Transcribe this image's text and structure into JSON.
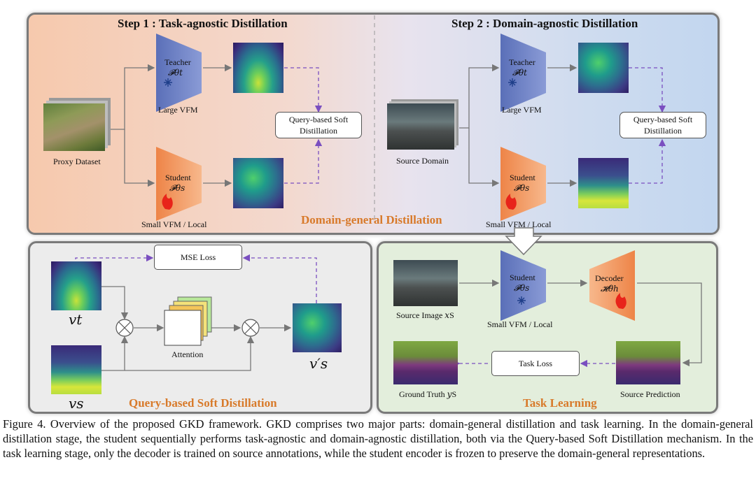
{
  "top_panel": {
    "step1_title": "Step 1 : Task-agnostic Distillation",
    "step2_title": "Step 2 : Domain-agnostic Distillation",
    "teacher_label": "Teacher",
    "teacher_sym": "𝓕θt",
    "student_label": "Student",
    "student_sym": "𝓕θs",
    "large_vfm": "Large VFM",
    "small_vfm": "Small VFM / Local",
    "proxy_dataset": "Proxy Dataset",
    "source_domain": "Source Domain",
    "query_soft_1": "Query-based Soft",
    "query_soft_2": "Distillation",
    "domain_general": "Domain-general Distillation"
  },
  "bottom_left": {
    "mse_loss": "MSE Loss",
    "attention": "Attention",
    "v_t": "𝑣t",
    "v_s": "𝑣s",
    "v_s_prime": "𝑣′s",
    "title": "Query-based Soft Distillation"
  },
  "bottom_right": {
    "student_label": "Student",
    "student_sym": "𝓕θs",
    "decoder_label": "Decoder",
    "decoder_sym": "𝓗θh",
    "source_image": "Source Image 𝑥S",
    "small_vfm": "Small VFM / Local",
    "task_loss": "Task Loss",
    "ground_truth": "Ground Truth 𝑦S",
    "source_prediction": "Source Prediction",
    "title": "Task Learning"
  },
  "caption": "Figure 4. Overview of the proposed GKD framework. GKD comprises two major parts: domain-general distillation and task learning. In the domain-general distillation stage, the student sequentially performs task-agnostic and domain-agnostic distillation, both via the Query-based Soft Distillation mechanism. In the task learning stage, only the decoder is trained on source annotations, while the student encoder is frozen to preserve the domain-general representations.",
  "colors": {
    "teacher_fill": "#6f82c4",
    "student_fill": "#f0955a",
    "accent_orange": "#d87a2a",
    "dashed_purple": "#7a4fc0"
  }
}
